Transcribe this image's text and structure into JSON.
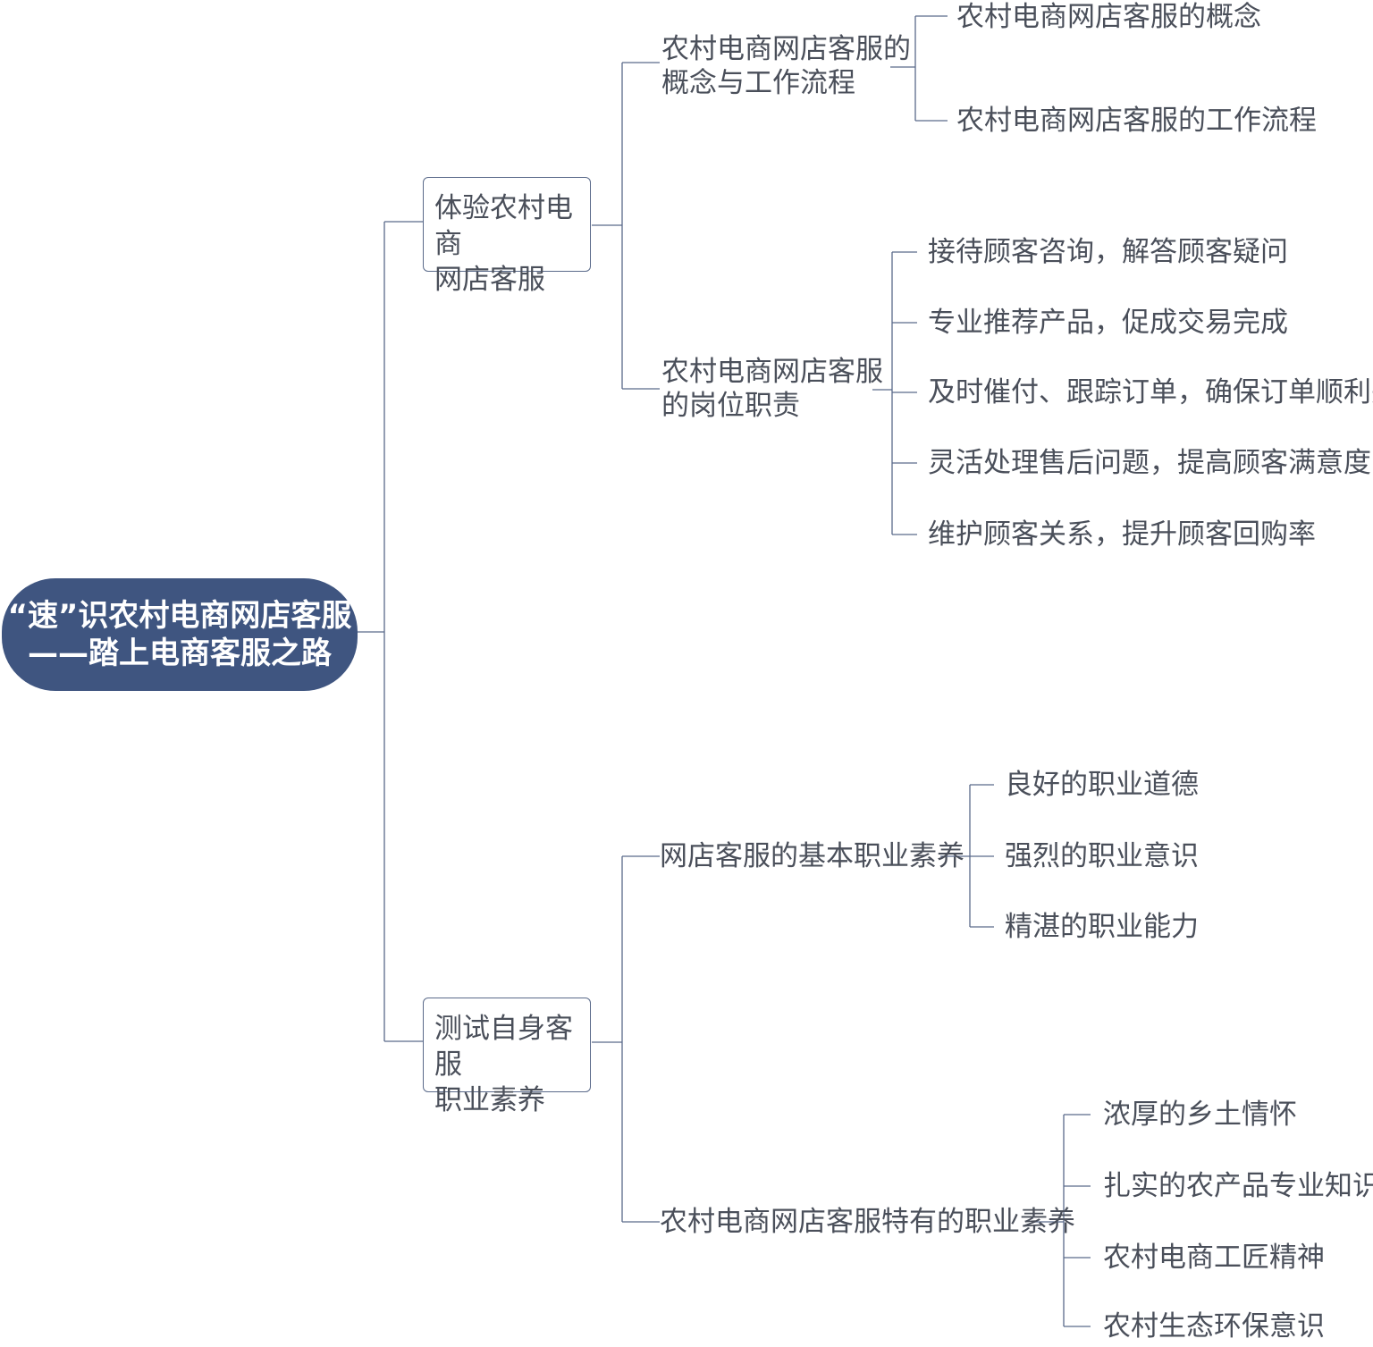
{
  "root": {
    "line1": "“速”识农村电商网店客服",
    "line2": "——踏上电商客服之路"
  },
  "branches": [
    {
      "line1": "体验农村电商",
      "line2": "网店客服",
      "children": [
        {
          "line1": "农村电商网店客服的",
          "line2": "概念与工作流程",
          "items": [
            "农村电商网店客服的概念",
            "农村电商网店客服的工作流程"
          ]
        },
        {
          "line1": "农村电商网店客服",
          "line2": "的岗位职责",
          "items": [
            "接待顾客咨询，解答顾客疑问",
            "专业推荐产品，促成交易完成",
            "及时催付、跟踪订单，确保订单顺利完成",
            "灵活处理售后问题，提高顾客满意度",
            "维护顾客关系，提升顾客回购率"
          ]
        }
      ]
    },
    {
      "line1": "测试自身客服",
      "line2": "职业素养",
      "children": [
        {
          "line1": "网店客服的基本职业素养",
          "items": [
            "良好的职业道德",
            "强烈的职业意识",
            "精湛的职业能力"
          ]
        },
        {
          "line1": "农村电商网店客服特有的职业素养",
          "items": [
            "浓厚的乡土情怀",
            "扎实的农产品专业知识",
            "农村电商工匠精神",
            "农村生态环保意识"
          ]
        }
      ]
    }
  ]
}
